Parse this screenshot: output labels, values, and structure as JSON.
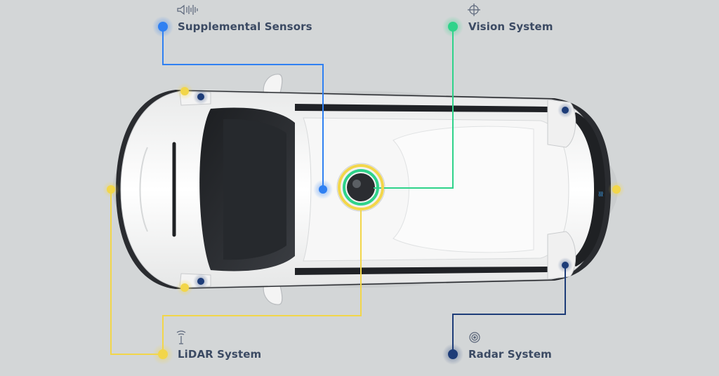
{
  "labels": {
    "supplemental": "Supplemental Sensors",
    "vision": "Vision System",
    "lidar": "LiDAR System",
    "radar": "Radar System"
  },
  "icons": {
    "supplemental": "speaker-sound-wave-icon",
    "vision": "crosshair-circle-icon",
    "lidar": "signal-tower-icon",
    "radar": "radar-target-icon"
  },
  "colors": {
    "supplemental": "#2f80f2",
    "vision": "#2fd38a",
    "lidar": "#f2d64a",
    "radar": "#1d3c78",
    "text": "#3b4a63",
    "background": "#d3d6d7"
  }
}
